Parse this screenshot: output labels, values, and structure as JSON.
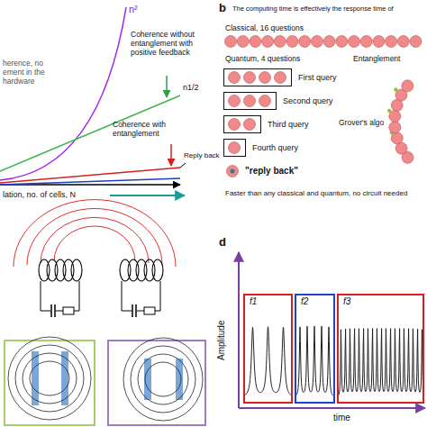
{
  "diagram": {
    "nodes": [
      {
        "text": [
          "First query"
        ]
      },
      {
        "text": [
          "Second query"
        ]
      },
      {
        "text": [
          "Third query"
        ]
      },
      {
        "text": [
          "Fourth query"
        ]
      },
      {
        "text": [
          "f1"
        ]
      },
      {
        "text": [
          "f2"
        ]
      },
      {
        "text": [
          "f3"
        ]
      }
    ],
    "labels": [
      "n²",
      "herence, no ement in the hardware",
      "Coherence without entanglement with positive feedback",
      "n1/2",
      "Coherence with entanglement",
      "Reply back",
      "lation, no. of cells, N",
      "b",
      "The computing time is effectively the response time of",
      "Classical, 16 questions",
      "Quantum, 4 questions",
      "Entanglement",
      "Grover's algo",
      "\"reply back\"",
      "Faster than any classical and quantum, no circuit needed",
      "d",
      "Amplitude",
      "time"
    ]
  }
}
